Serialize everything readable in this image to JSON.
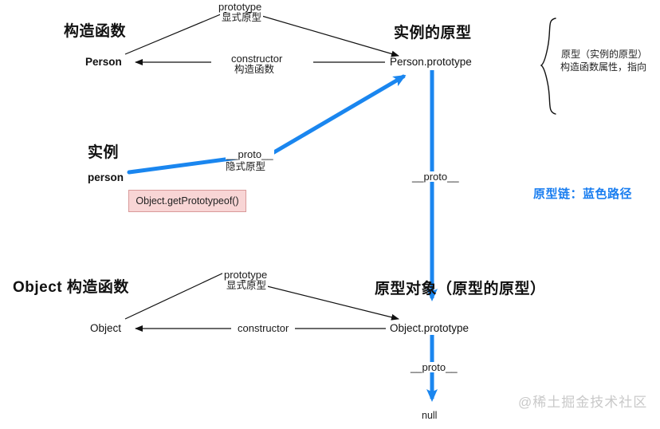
{
  "diagram": {
    "title_person_section": "构造函数",
    "title_person_proto": "实例的原型",
    "title_instance": "实例",
    "title_object_section": "Object 构造函数",
    "title_object_proto": "原型对象（原型的原型）"
  },
  "nodes": {
    "person": "Person",
    "person_prototype": "Person.prototype",
    "instance": "person",
    "object": "Object",
    "object_prototype": "Object.prototype",
    "null_node": "null"
  },
  "edges": {
    "top_prototype_en": "prototype",
    "top_prototype_cn": "显式原型",
    "top_constructor_en": "constructor",
    "top_constructor_cn": "构造函数",
    "instance_proto_en": "__proto__",
    "instance_proto_cn": "隐式原型",
    "person_proto_chain": "__proto__",
    "bottom_prototype_en": "prototype",
    "bottom_prototype_cn": "显式原型",
    "bottom_constructor_en": "constructor",
    "object_proto_chain": "__proto__"
  },
  "callouts": {
    "pink_box": "Object.getPrototypeof()",
    "blue_note": "原型链：蓝色路径",
    "bracket_line1": "原型（实例的原型）",
    "bracket_line2": "构造函数属性，指向"
  },
  "watermark": {
    "text": "@稀土掘金技术社区"
  },
  "colors": {
    "blue": "#1a86ef",
    "black": "#111111",
    "pink_fill": "#f8d5d5",
    "pink_border": "#d99a9a",
    "watermark_gray": "#c9c9c9"
  }
}
